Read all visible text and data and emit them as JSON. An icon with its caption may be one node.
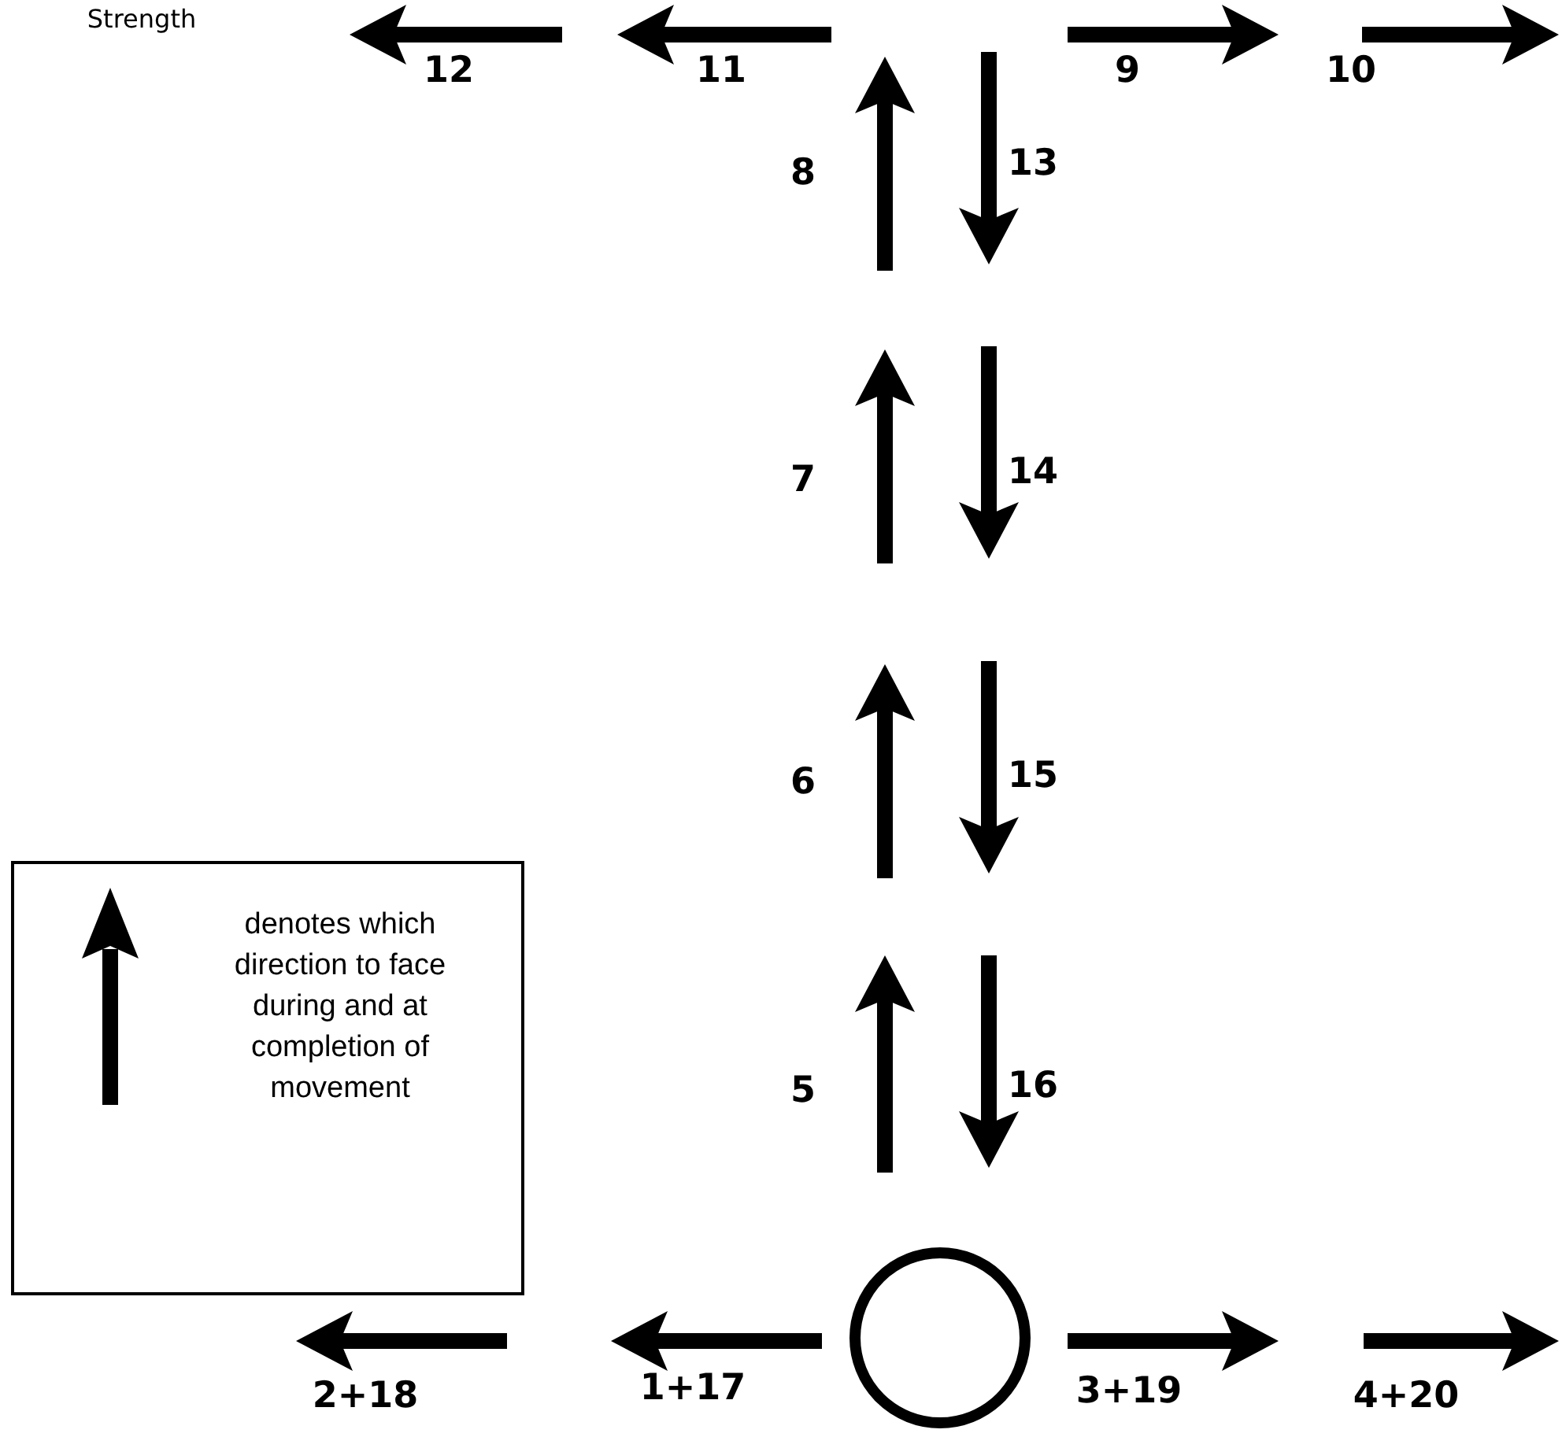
{
  "diagram": {
    "nodes": [
      {
        "text": [
          "denotes which direction to face during and at completion of movement"
        ]
      },
      {
        "text": [],
        "shape": "circle"
      }
    ],
    "labels": [
      "Strength",
      "12",
      "11",
      "9",
      "10",
      "8",
      "13",
      "7",
      "14",
      "6",
      "15",
      "5",
      "16",
      "2+18",
      "1+17",
      "3+19",
      "4+20"
    ]
  }
}
